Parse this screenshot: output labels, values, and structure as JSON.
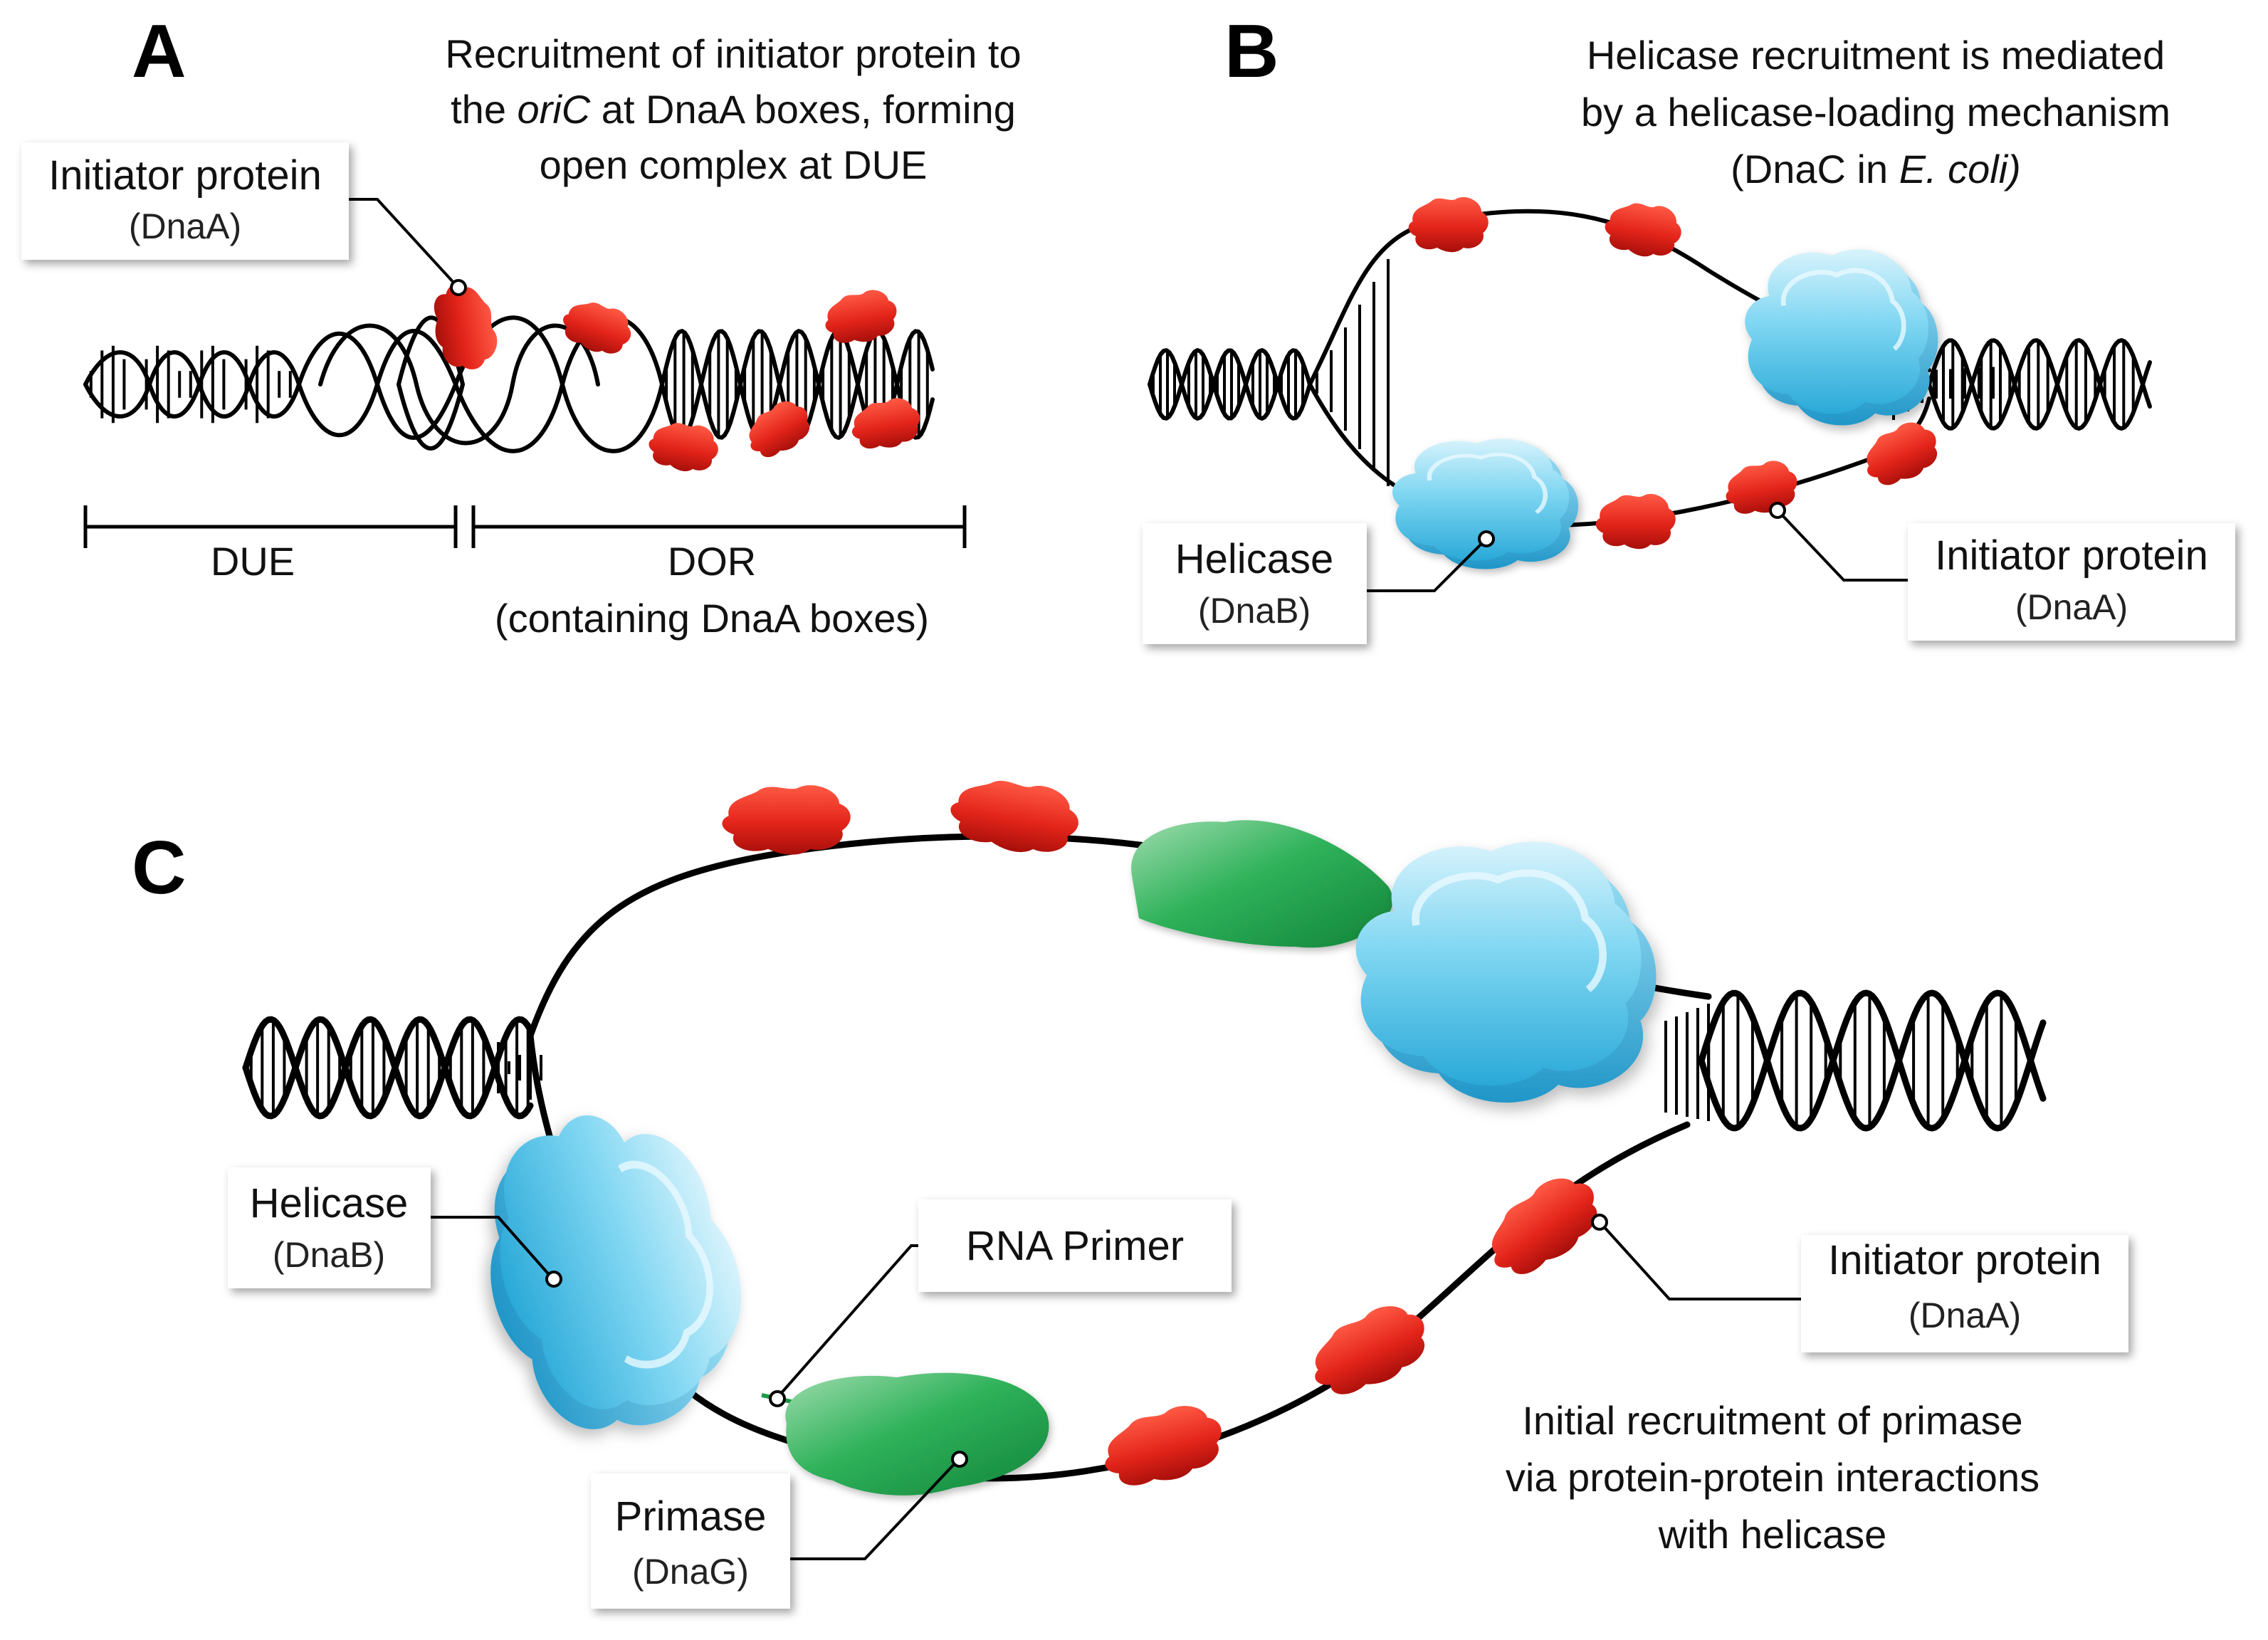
{
  "panels": {
    "A": {
      "letter": "A",
      "caption_line1": "Recruitment of initiator protein to",
      "caption_line2_pre": "the ",
      "caption_line2_italic": "oriC",
      "caption_line2_post": " at DnaA boxes, forming",
      "caption_line3": "open complex at DUE",
      "initiator_label": "Initiator protein",
      "initiator_sub": "(DnaA)",
      "due_label": "DUE",
      "dor_label": "DOR",
      "dor_sub": "(containing DnaA boxes)"
    },
    "B": {
      "letter": "B",
      "caption_line1": "Helicase recruitment is mediated",
      "caption_line2": "by a helicase-loading mechanism",
      "caption_line3_pre": "(DnaC in ",
      "caption_line3_italic": "E. coli)",
      "helicase_label": "Helicase",
      "helicase_sub": "(DnaB)",
      "initiator_label": "Initiator protein",
      "initiator_sub": "(DnaA)"
    },
    "C": {
      "letter": "C",
      "helicase_label": "Helicase",
      "helicase_sub": "(DnaB)",
      "primer_label": "RNA Primer",
      "primase_label": "Primase",
      "primase_sub": "(DnaG)",
      "initiator_label": "Initiator protein",
      "initiator_sub": "(DnaA)",
      "caption_line1": "Initial recruitment of primase",
      "caption_line2": "via protein-protein interactions",
      "caption_line3": "with helicase"
    }
  },
  "colors": {
    "initiator_protein": "#e0281c",
    "helicase": "#4cc3ea",
    "primase": "#1fa64a",
    "dna": "#000000"
  }
}
